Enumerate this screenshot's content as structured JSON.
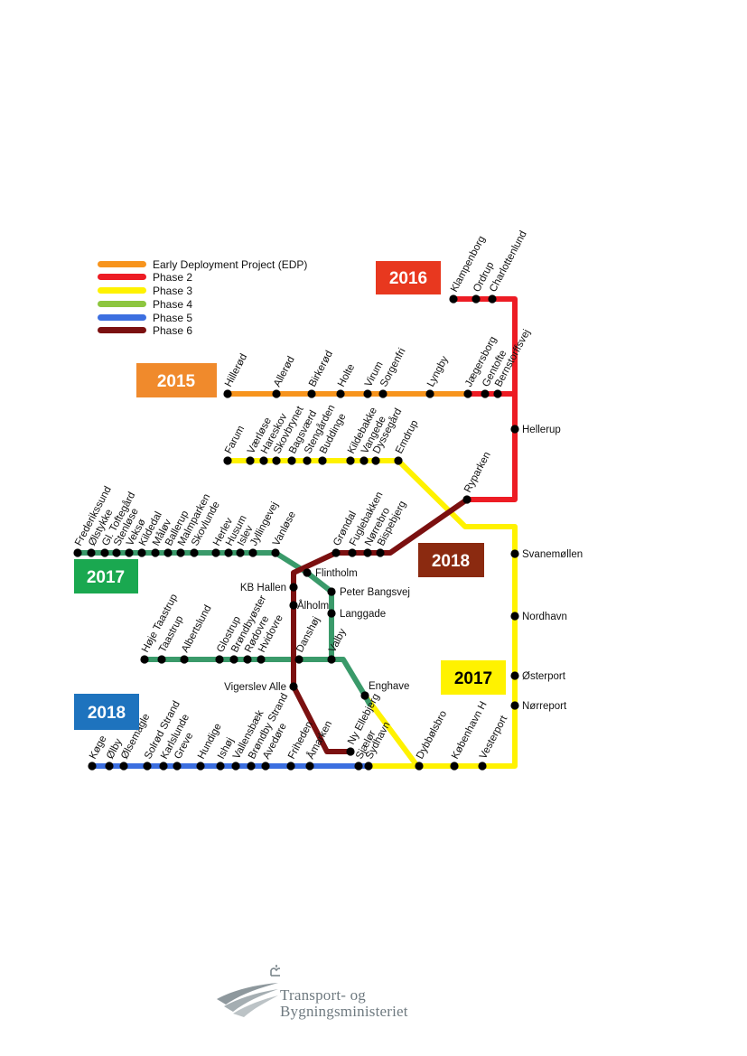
{
  "colors": {
    "edp": "#f7941d",
    "phase2": "#ed1c24",
    "phase3": "#fff200",
    "phase4": "#8dc63f",
    "phase5": "#3c6fe0",
    "phase6": "#7b1010",
    "green_line": "#3a9a6a",
    "box_2016": "#e8381f",
    "box_2015": "#f08a2c",
    "box_2017_green": "#1aa850",
    "box_2018_brown": "#8b2a10",
    "box_2017_yellow": "#fff200",
    "box_2018_blue": "#1e73be"
  },
  "legend": [
    {
      "label": "Early Deployment Project (EDP)",
      "color": "#f7941d"
    },
    {
      "label": "Phase 2",
      "color": "#ed1c24"
    },
    {
      "label": "Phase 3",
      "color": "#fff200"
    },
    {
      "label": "Phase 4",
      "color": "#8dc63f"
    },
    {
      "label": "Phase 5",
      "color": "#3c6fe0"
    },
    {
      "label": "Phase 6",
      "color": "#7b1010"
    }
  ],
  "year_boxes": [
    "2016",
    "2015",
    "2017",
    "2018",
    "2017",
    "2018"
  ],
  "stations": {
    "red_top": [
      "Klampenborg",
      "Ordrup",
      "Charlottenlund"
    ],
    "edp": [
      "Hillerød",
      "Allerød",
      "Birkerød",
      "Holte",
      "Virum",
      "Sorgenfri",
      "Lyngby"
    ],
    "red_mid": [
      "Jægersborg",
      "Gentofte",
      "Bernstorffsvej"
    ],
    "red_right": [
      "Hellerup"
    ],
    "yellow_farum": [
      "Farum",
      "Værløse",
      "Hareskov",
      "Skovbrynet",
      "Bagsværd",
      "Stengården",
      "Buddinge",
      "Kildebakke",
      "Vangede",
      "Dyssegård",
      "Emdrup"
    ],
    "red_ryparken": [
      "Ryparken"
    ],
    "yellow_right": [
      "Svanemøllen",
      "Nordhavn",
      "Østerport",
      "Nørreport"
    ],
    "green_west": [
      "Frederikssund",
      "Ølstykke",
      "Gl. Toftegård",
      "Stenløse",
      "Veksø",
      "Kildedal",
      "Måløv",
      "Ballerup",
      "Malmparken",
      "Skovlunde",
      "Herlev",
      "Husum",
      "Islev",
      "Jyllingevej",
      "Vanløse"
    ],
    "brown_upper": [
      "Grøndal",
      "Fuglebakken",
      "Nørrebro",
      "Bispebjerg"
    ],
    "green_mid": [
      "Flintholm",
      "Peter Bangsvej",
      "Langgade"
    ],
    "brown_west": [
      "KB Hallen",
      "Ålholm",
      "Vigerslev Alle"
    ],
    "green_hoje": [
      "Høje Taastrup",
      "Taastrup",
      "Albertslund",
      "Glostrup",
      "Brøndbyøster",
      "Rødovre",
      "Hvidovre",
      "Danshøj",
      "Valby"
    ],
    "green_south": [
      "Enghave"
    ],
    "blue_south": [
      "Køge",
      "Ølby",
      "Ølsemagle",
      "Solrød Strand",
      "Karlslunde",
      "Greve",
      "Hundige",
      "Ishøj",
      "Vallensbæk",
      "Brøndby Strand",
      "Avedøre",
      "Friheden",
      "Åmarken"
    ],
    "south_center": [
      "Ny Ellebjerg",
      "Sjælør",
      "Sydhavn",
      "Dybbølsbro",
      "København H",
      "Vesterport"
    ]
  },
  "logo": {
    "line1": "Transport- og",
    "line2": "Bygningsministeriet"
  }
}
